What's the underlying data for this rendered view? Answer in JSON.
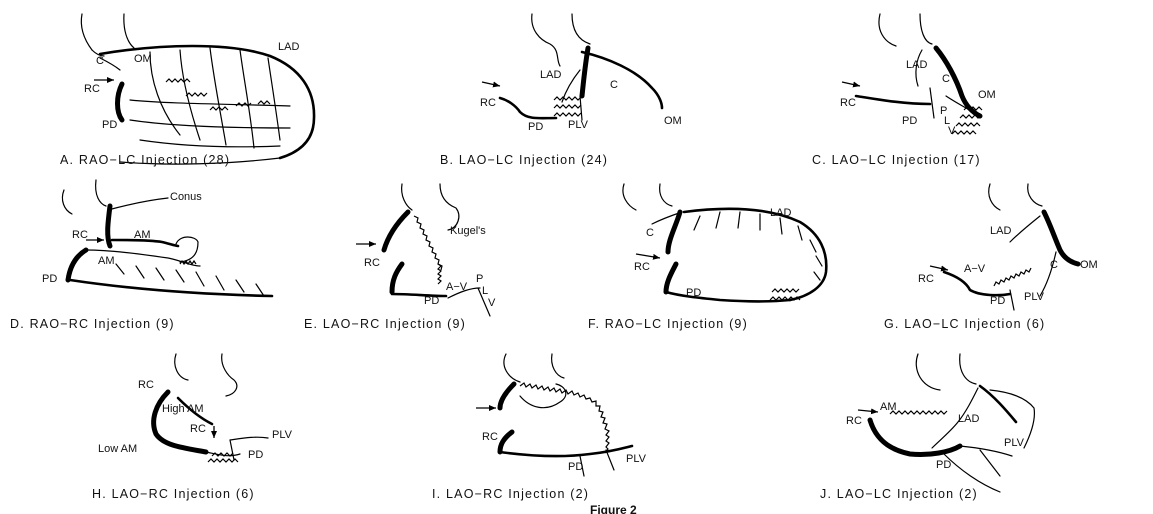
{
  "panels": [
    {
      "caption": "A. RAO−LC Injection (28)",
      "labels": {
        "c": "C",
        "om": "OM",
        "lad": "LAD",
        "rc": "RC",
        "pd": "PD"
      }
    },
    {
      "caption": "B. LAO−LC Injection (24)",
      "labels": {
        "lad": "LAD",
        "c": "C",
        "om": "OM",
        "rc": "RC",
        "pd": "PD",
        "plv": "PLV"
      }
    },
    {
      "caption": "C. LAO−LC Injection (17)",
      "labels": {
        "lad": "LAD",
        "c": "C",
        "om": "OM",
        "rc": "RC",
        "pd": "PD",
        "p": "P",
        "l": "L",
        "v": "V"
      }
    },
    {
      "caption": "D. RAO−RC Injection (9)",
      "labels": {
        "conus": "Conus",
        "rc": "RC",
        "am1": "AM",
        "am2": "AM",
        "pd": "PD"
      }
    },
    {
      "caption": "E. LAO−RC Injection (9)",
      "labels": {
        "kugel": "Kugel's",
        "rc": "RC",
        "av": "A−V",
        "pd": "PD",
        "p": "P",
        "l": "L",
        "v": "V"
      }
    },
    {
      "caption": "F. RAO−LC Injection (9)",
      "labels": {
        "lad": "LAD",
        "c": "C",
        "rc": "RC",
        "pd": "PD"
      }
    },
    {
      "caption": "G. LAO−LC Injection (6)",
      "labels": {
        "lad": "LAD",
        "rc": "RC",
        "av": "A−V",
        "c": "C",
        "om": "OM",
        "pd": "PD",
        "plv": "PLV"
      }
    },
    {
      "caption": "H. LAO−RC Injection (6)",
      "labels": {
        "rc1": "RC",
        "highAm": "High AM",
        "rc2": "RC",
        "lowAm": "Low AM",
        "plv": "PLV",
        "pd": "PD"
      }
    },
    {
      "caption": "I. LAO−RC Injection (2)",
      "labels": {
        "rc": "RC",
        "plv": "PLV",
        "pd": "PD"
      }
    },
    {
      "caption": "J. LAO−LC Injection (2)",
      "labels": {
        "am": "AM",
        "rc": "RC",
        "lad": "LAD",
        "plv": "PLV",
        "pd": "PD"
      }
    }
  ],
  "figure_label": "Figure 2"
}
